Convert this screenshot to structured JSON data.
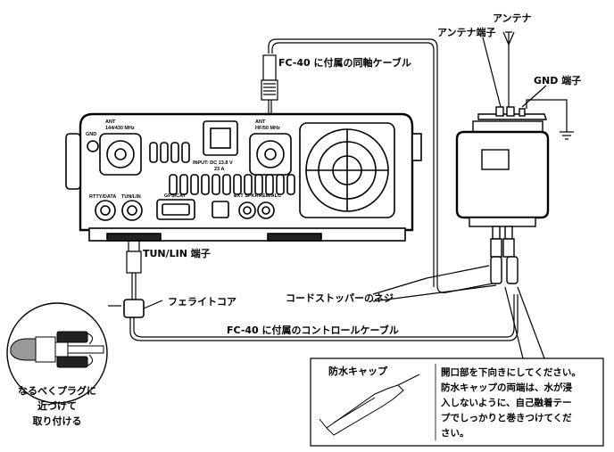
{
  "labels": {
    "antenna": "アンテナ",
    "antenna_terminal": "アンテナ端子",
    "gnd_terminal": "GND 端子",
    "coax_cable": "FC-40 に付属の同軸ケーブル",
    "tun_lin_terminal": "TUN/LIN 端子",
    "ferrite_core": "フェライトコア",
    "cord_stopper": "コードストッパーのネジ",
    "control_cable": "FC-40 に付属のコントロールケーブル",
    "waterproof_cap": "防水キャップ"
  },
  "ferrite_note": [
    "なるべくプラグに",
    "近づけて",
    "取り付ける"
  ],
  "cap_note": [
    "開口部を下向きにしてください。",
    "防水キャップの両端は、水が浸",
    "入しないように、自己融着テー",
    "プでしっかりと巻きつけてくだ",
    "さい。"
  ],
  "radio_panel": {
    "ant_vu": [
      "ANT",
      "144/430 MHz"
    ],
    "ant_hf": [
      "ANT",
      "HF/50 MHz"
    ],
    "input": [
      "INPUT: DC 13.8 V",
      "23 A"
    ],
    "gnd": "GND",
    "rtty": "RTTY/DATA",
    "tun": "TUN/LIN",
    "gps": "GPS/CAT",
    "ext": "EXT SPKR",
    "rem": "REM/ALC"
  }
}
